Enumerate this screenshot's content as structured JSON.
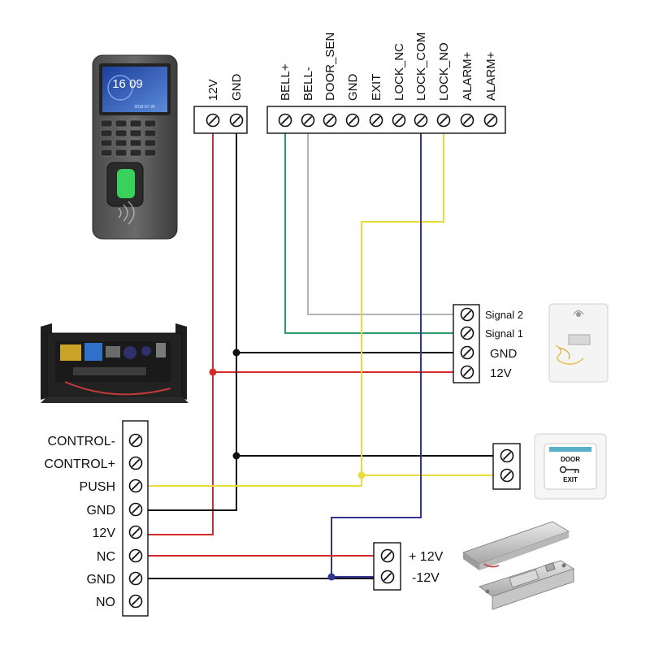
{
  "reader": {
    "clock_time": "16 09",
    "clock_date": "2019-07-25"
  },
  "top_power_terminal": {
    "labels": [
      "12V",
      "GND"
    ]
  },
  "top_signal_terminal": {
    "labels": [
      "BELL+",
      "BELL-",
      "DOOR_SEN",
      "GND",
      "EXIT",
      "LOCK_NC",
      "LOCK_COM",
      "LOCK_NO",
      "ALARM+",
      "ALARM+"
    ]
  },
  "left_terminal": {
    "labels": [
      "CONTROL-",
      "CONTROL+",
      "PUSH",
      "GND",
      "12V",
      "NC",
      "GND",
      "NO"
    ]
  },
  "doorbell_terminal": {
    "labels": [
      "Signal 2",
      "Signal 1",
      "GND",
      "12V"
    ]
  },
  "exit_button": {
    "line1": "DOOR",
    "line2": "EXIT"
  },
  "lock_terminal": {
    "labels": [
      "+ 12V",
      "-12V"
    ]
  },
  "wire_colors": {
    "red": "#d42a2a",
    "black": "#111111",
    "green": "#2f9a68",
    "gray": "#b4b4b4",
    "yellow": "#e8dc3a",
    "navy": "#343493"
  }
}
